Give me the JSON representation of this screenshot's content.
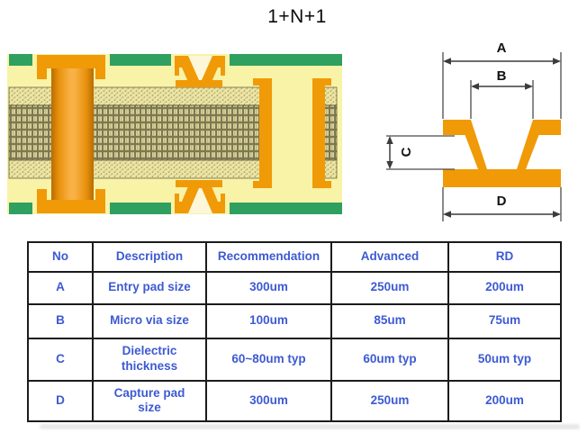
{
  "title": "1+N+1",
  "via_schematic": {
    "labels": {
      "a": "A",
      "b": "B",
      "c": "C",
      "d": "D"
    }
  },
  "table": {
    "headers": [
      "No",
      "Description",
      "Recommendation",
      "Advanced",
      "RD"
    ],
    "rows": [
      {
        "no": "A",
        "description": "Entry pad size",
        "recommendation": "300um",
        "advanced": "250um",
        "rd": "200um"
      },
      {
        "no": "B",
        "description": "Micro via size",
        "recommendation": "100um",
        "advanced": "85um",
        "rd": "75um"
      },
      {
        "no": "C",
        "description": "Dielectric thickness",
        "recommendation": "60~80um typ",
        "advanced": "60um typ",
        "rd": "50um typ"
      },
      {
        "no": "D",
        "description": "Capture pad size",
        "recommendation": "300um",
        "advanced": "250um",
        "rd": "200um"
      }
    ]
  },
  "colors": {
    "copper_orange": "#f09a08",
    "solder_green": "#2fa05f",
    "dielectric_yellow": "#f8f3a6",
    "table_text_blue": "#3d5ad2",
    "table_border_black": "#1b1b1b"
  }
}
